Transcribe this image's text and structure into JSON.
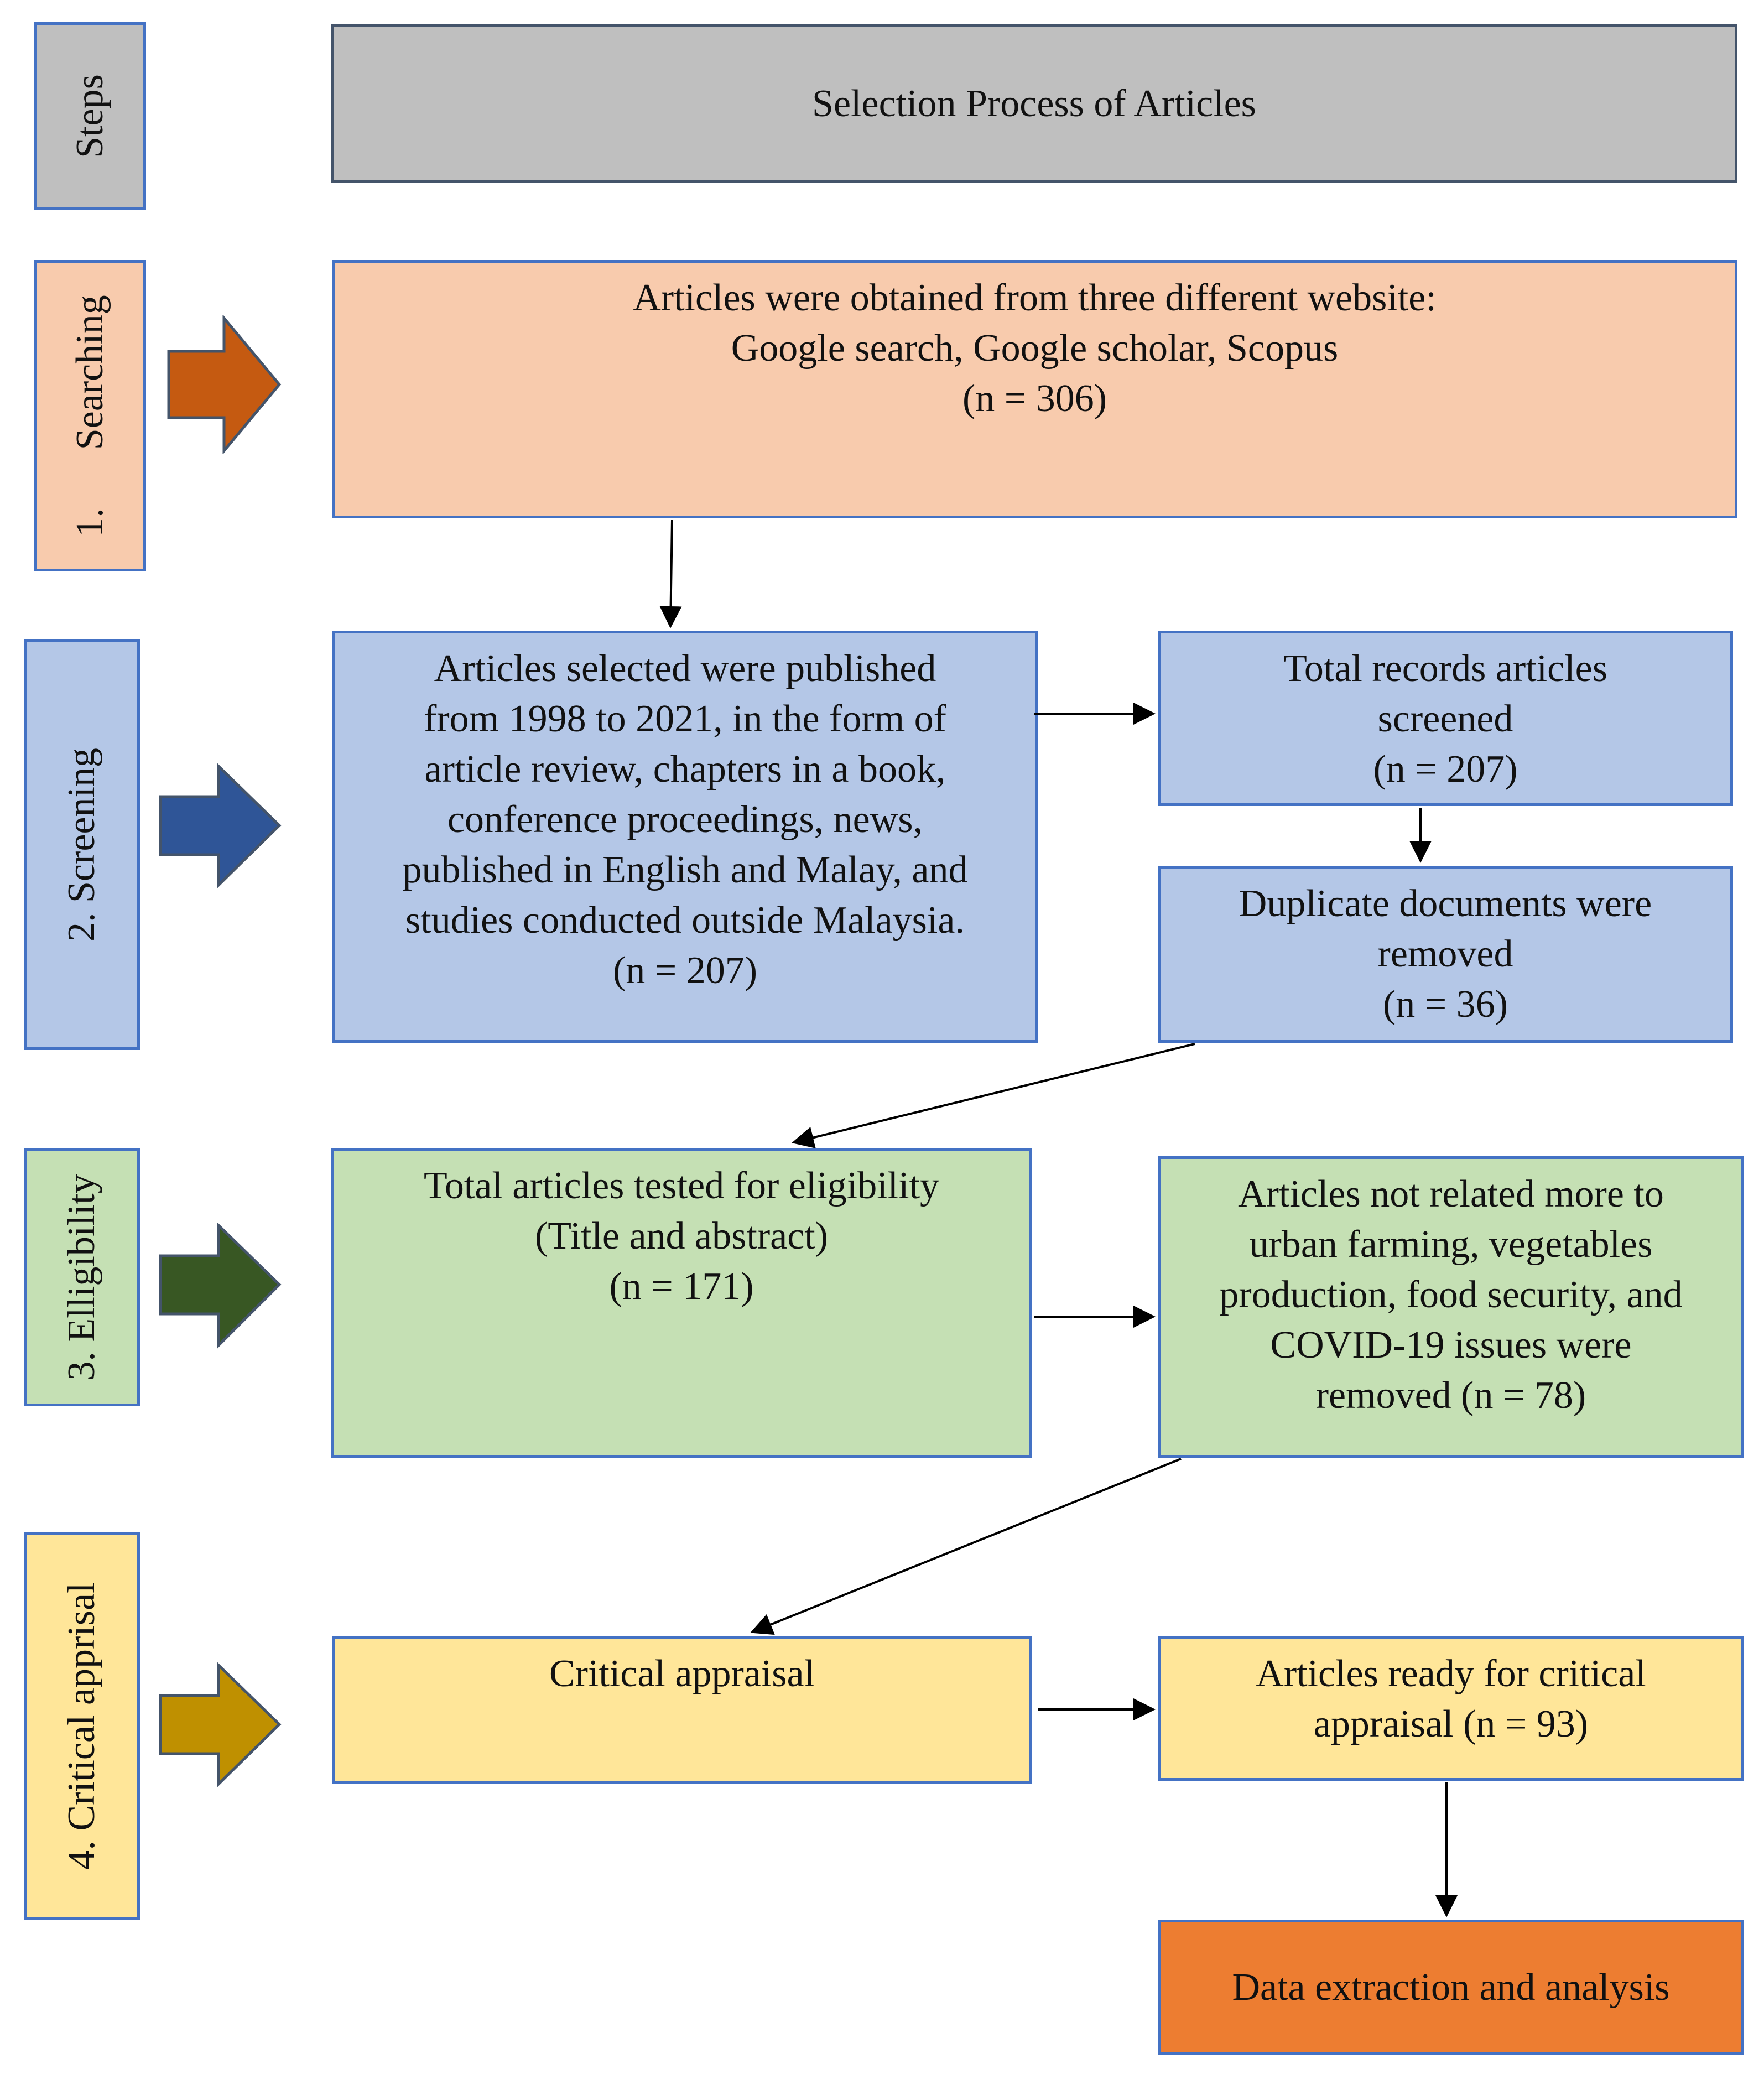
{
  "steps_label": "Steps",
  "header_title": "Selection Process of Articles",
  "stages": {
    "searching": "1.      Searching",
    "screening": "2. Screening",
    "eligibility": "3. Elligibility",
    "appraisal": "4. Critical apprisal"
  },
  "boxes": {
    "search_sources": [
      "Articles were obtained from three different website:",
      "Google search, Google scholar, Scopus",
      "(n = 306)"
    ],
    "screening_criteria": [
      "Articles selected were published",
      "from 1998 to 2021, in the form of",
      "article review, chapters in a book,",
      "conference proceedings, news,",
      "published in English and Malay, and",
      "studies conducted outside Malaysia.",
      "(n = 207)"
    ],
    "records_screened": [
      "Total records articles",
      "screened",
      "(n = 207)"
    ],
    "duplicates_removed": [
      "Duplicate documents were",
      "removed",
      "(n = 36)"
    ],
    "eligibility_tested": [
      "Total articles tested for eligibility",
      "(Title and abstract)",
      "(n = 171)"
    ],
    "not_related_removed": [
      "Articles not related more to",
      "urban farming, vegetables",
      "production, food security, and",
      "COVID-19 issues were",
      "removed (n = 78)"
    ],
    "critical_appraisal": [
      "Critical appraisal"
    ],
    "ready_for_appraisal": [
      "Articles ready for critical",
      "appraisal (n = 93)"
    ],
    "data_extraction": [
      "Data extraction and analysis"
    ]
  },
  "colors": {
    "header": "#bfbfbf",
    "searching": "#f8cbad",
    "screening": "#b4c7e7",
    "eligibility": "#c5e0b4",
    "appraisal": "#ffe699",
    "extraction": "#ed7d31",
    "arrow_searching": "#c55a11",
    "arrow_screening": "#2f5597",
    "arrow_eligibility": "#385723",
    "arrow_appraisal": "#bf9000",
    "border": "#4472c4"
  }
}
